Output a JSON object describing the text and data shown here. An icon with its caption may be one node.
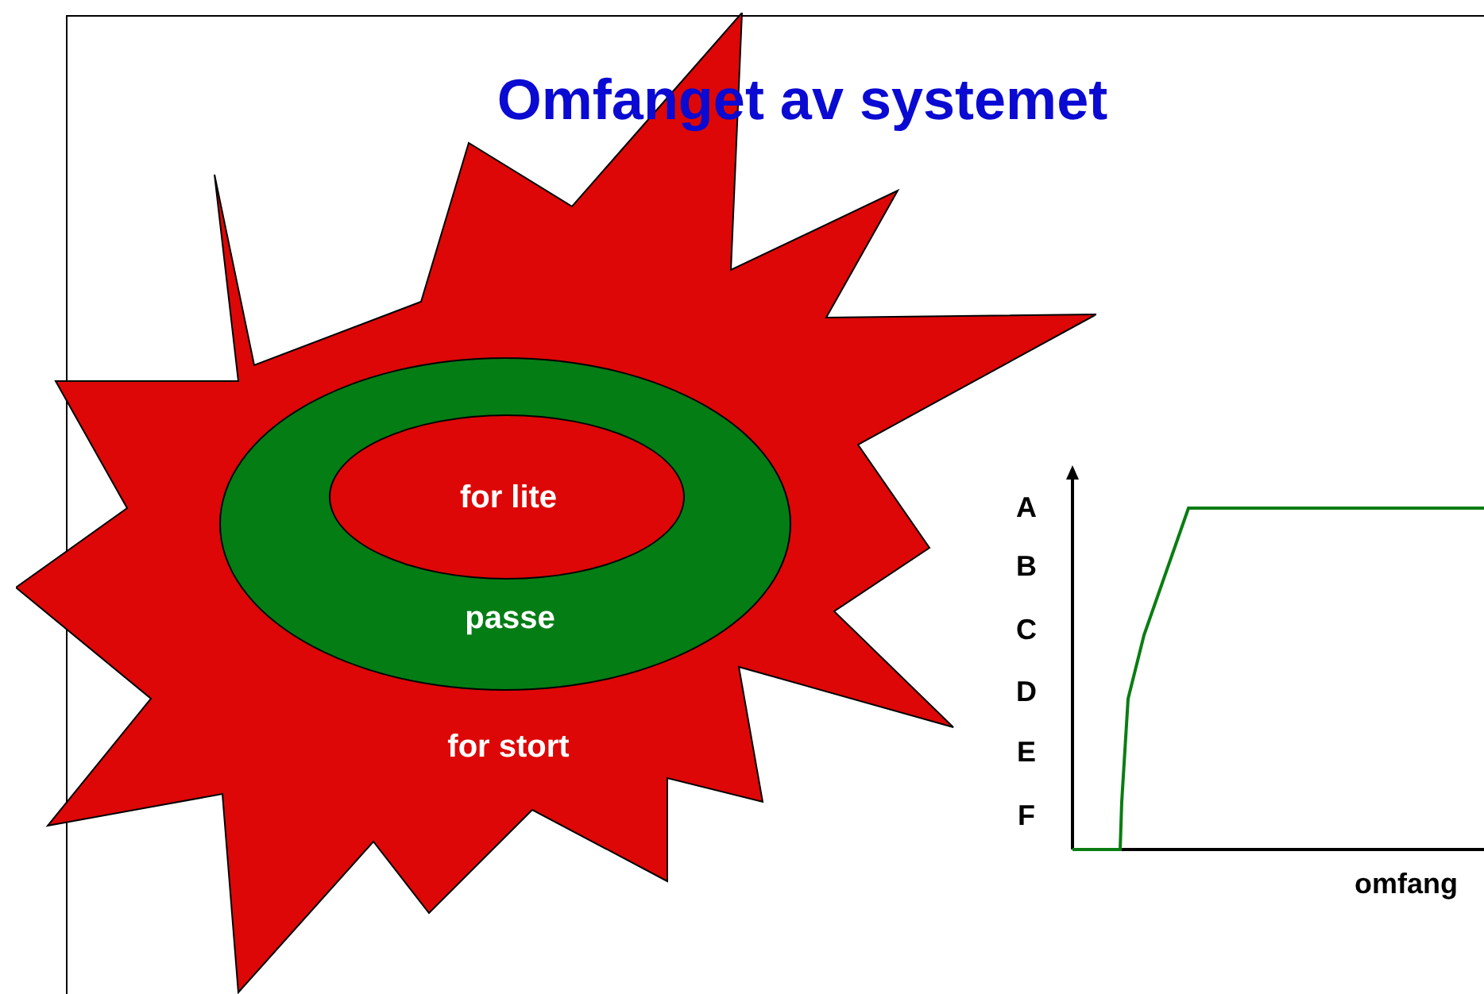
{
  "diagram": {
    "title": "Omfanget av systemet",
    "nodes": [
      {
        "text": [
          "for stort"
        ]
      },
      {
        "text": [
          "passe"
        ],
        "in": 0
      },
      {
        "text": [
          "for lite"
        ],
        "in": 1
      }
    ],
    "labels": [
      "A",
      "B",
      "C",
      "D",
      "E",
      "F",
      "omfang"
    ]
  }
}
